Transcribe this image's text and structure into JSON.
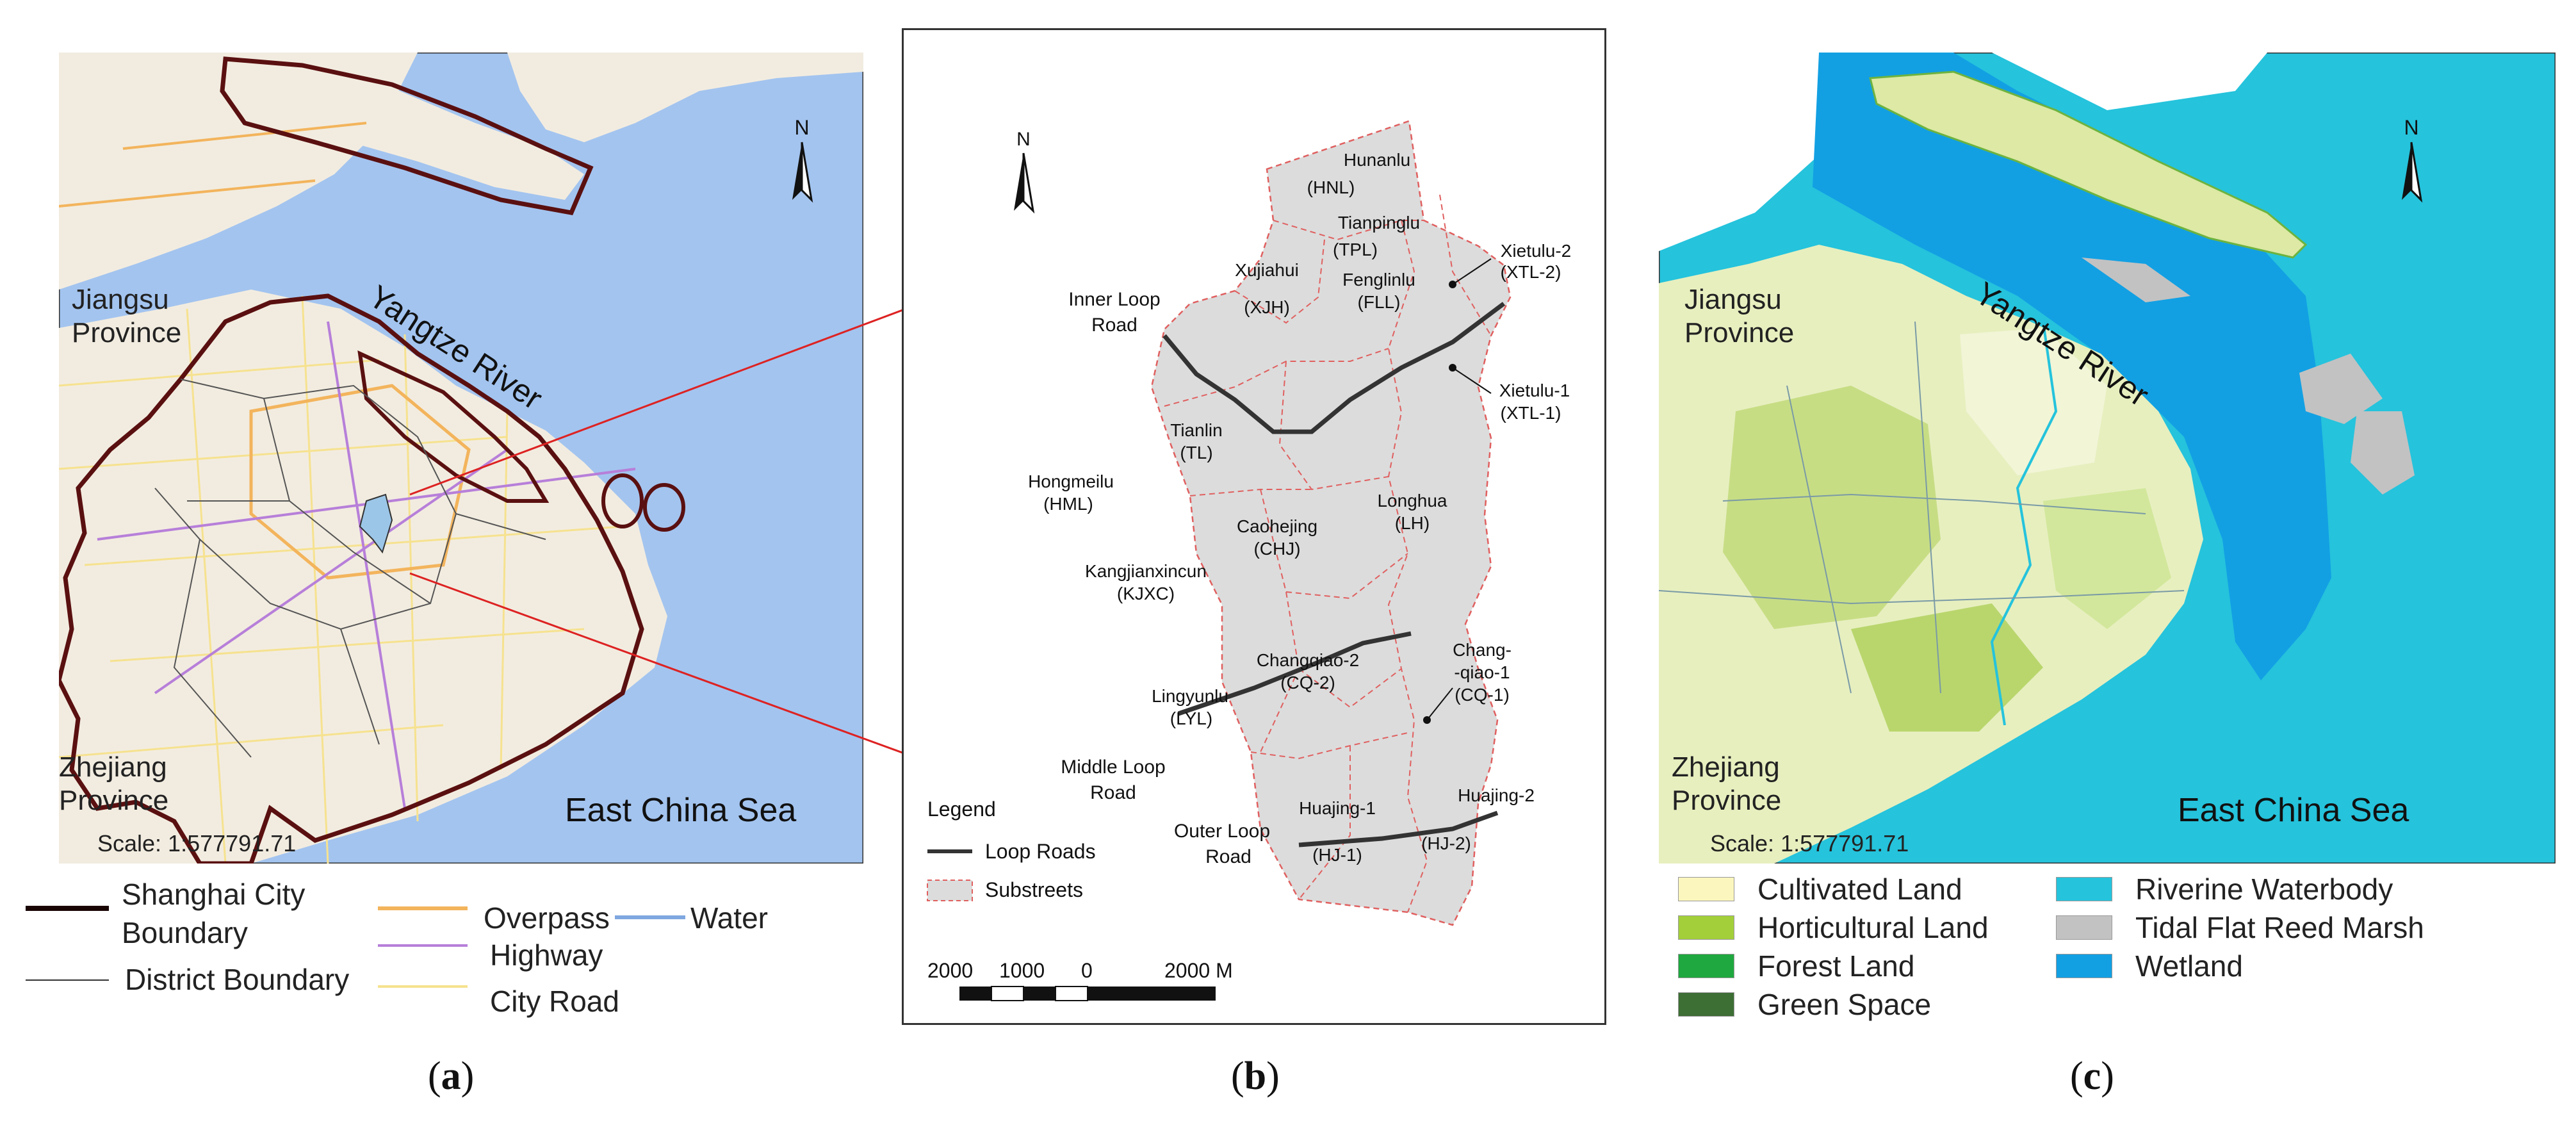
{
  "panel_a": {
    "north": "N",
    "jiangsu_line1": "Jiangsu",
    "jiangsu_line2": "Province",
    "zhejiang_line1": "Zhejiang",
    "zhejiang_line2": "Province",
    "river": "Yangtze River",
    "sea": "East China Sea",
    "scale": "Scale: 1:577791.71",
    "legend": {
      "city_boundary_line1": "Shanghai City",
      "city_boundary_line2": "Boundary",
      "district_boundary": "District Boundary",
      "overpass": "Overpass",
      "highway": "Highway",
      "city_road": "City Road",
      "water": "Water"
    },
    "colors": {
      "land": "#f2ece0",
      "water": "#a3c4ef",
      "boundary": "#5a1010",
      "overpass": "#f3b45c",
      "highway": "#b77fd9",
      "city_road": "#f6e28f",
      "water_line": "#7fa7e0"
    }
  },
  "panel_b": {
    "north": "N",
    "substreets": [
      {
        "name": "Hunanlu",
        "abbr": "(HNL)"
      },
      {
        "name": "Tianpinglu",
        "abbr": "(TPL)"
      },
      {
        "name": "Xietulu-2",
        "abbr": "(XTL-2)"
      },
      {
        "name": "Xujiahui",
        "abbr": "(XJH)"
      },
      {
        "name": "Fenglinlu",
        "abbr": "(FLL)"
      },
      {
        "name": "Xietulu-1",
        "abbr": "(XTL-1)"
      },
      {
        "name": "Tianlin",
        "abbr": "(TL)"
      },
      {
        "name": "Hongmeilu",
        "abbr": "(HML)"
      },
      {
        "name": "Caohejing",
        "abbr": "(CHJ)"
      },
      {
        "name": "Longhua",
        "abbr": "(LH)"
      },
      {
        "name": "Kangjianxincun",
        "abbr": "(KJXC)"
      },
      {
        "name": "Changqiao-2",
        "abbr": "(CQ-2)"
      },
      {
        "name": "Chang-",
        "abbr": "-qiao-1"
      },
      {
        "name": "Lingyunlu",
        "abbr": "(LYL)"
      },
      {
        "name": "Huajing-1",
        "abbr": "(HJ-1)"
      },
      {
        "name": "Huajing-2",
        "abbr": "(HJ-2)"
      }
    ],
    "cq1_abbr": "(CQ-1)",
    "roads": [
      {
        "line1": "Inner Loop",
        "line2": "Road"
      },
      {
        "line1": "Middle Loop",
        "line2": "Road"
      },
      {
        "line1": "Outer Loop",
        "line2": "Road"
      }
    ],
    "legend": {
      "title": "Legend",
      "loop_roads": "Loop Roads",
      "substreets": "Substreets"
    },
    "scalebar": {
      "ticks": [
        "2000",
        "1000",
        "0",
        "2000 M"
      ]
    },
    "colors": {
      "fill": "#dcdcdc",
      "boundary": "#e06060",
      "road": "#333333",
      "pointer": "#dd2222"
    }
  },
  "panel_c": {
    "north": "N",
    "jiangsu_line1": "Jiangsu",
    "jiangsu_line2": "Province",
    "zhejiang_line1": "Zhejiang",
    "zhejiang_line2": "Province",
    "river": "Yangtze River",
    "sea": "East China Sea",
    "scale": "Scale: 1:577791.71",
    "legend": [
      {
        "label": "Cultivated Land",
        "color": "#fbf6bd"
      },
      {
        "label": "Horticultural Land",
        "color": "#a3cf3a"
      },
      {
        "label": "Forest Land",
        "color": "#1fa83f"
      },
      {
        "label": "Green Space",
        "color": "#3d6e34"
      },
      {
        "label": "Riverine Waterbody",
        "color": "#25c3dc"
      },
      {
        "label": "Tidal Flat Reed Marsh",
        "color": "#c2c2c2"
      },
      {
        "label": "Wetland",
        "color": "#12a0e3"
      }
    ]
  },
  "captions": {
    "a": "a",
    "b": "b",
    "c": "c"
  }
}
